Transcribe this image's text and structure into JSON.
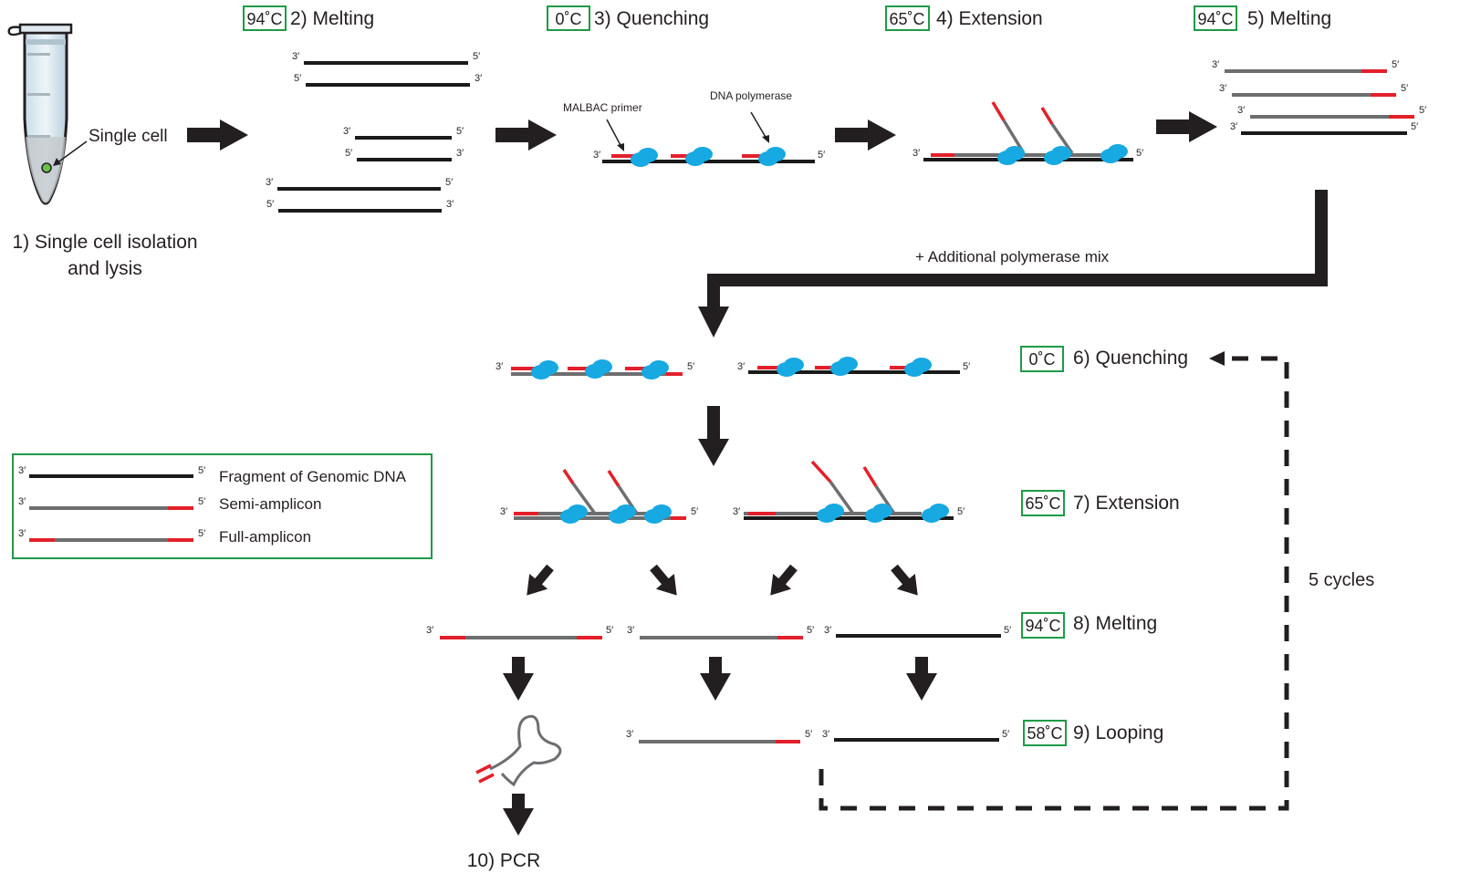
{
  "colors": {
    "genomic": "#1a1a1a",
    "semi": "#6d6e70",
    "primer": "#e3202a",
    "polymerase": "#17a9e1",
    "temp_box": "#1f9a48",
    "cell": "#6cc04a"
  },
  "ends": {
    "p3": "3′",
    "p5": "5′"
  },
  "step1": {
    "label_line1": "1) Single cell isolation",
    "label_line2": "and lysis",
    "cell_label": "Single cell"
  },
  "step2": {
    "temp": "94˚C",
    "label": "2) Melting"
  },
  "step3": {
    "temp": "0˚C",
    "label": "3) Quenching",
    "primer_label": "MALBAC primer",
    "polymerase_label": "DNA polymerase"
  },
  "step4": {
    "temp": "65˚C",
    "label": "4) Extension"
  },
  "step5": {
    "temp": "94˚C",
    "label": "5) Melting"
  },
  "additional_mix": "+ Additional polymerase mix",
  "step6": {
    "temp": "0˚C",
    "label": "6) Quenching"
  },
  "step7": {
    "temp": "65˚C",
    "label": "7) Extension"
  },
  "step8": {
    "temp": "94˚C",
    "label": "8) Melting"
  },
  "step9": {
    "temp": "58˚C",
    "label": "9) Looping"
  },
  "step10": {
    "label": "10) PCR"
  },
  "cycles": "5 cycles",
  "legend": {
    "items": [
      {
        "label": "Fragment of Genomic DNA"
      },
      {
        "label": "Semi-amplicon"
      },
      {
        "label": "Full-amplicon"
      }
    ]
  }
}
